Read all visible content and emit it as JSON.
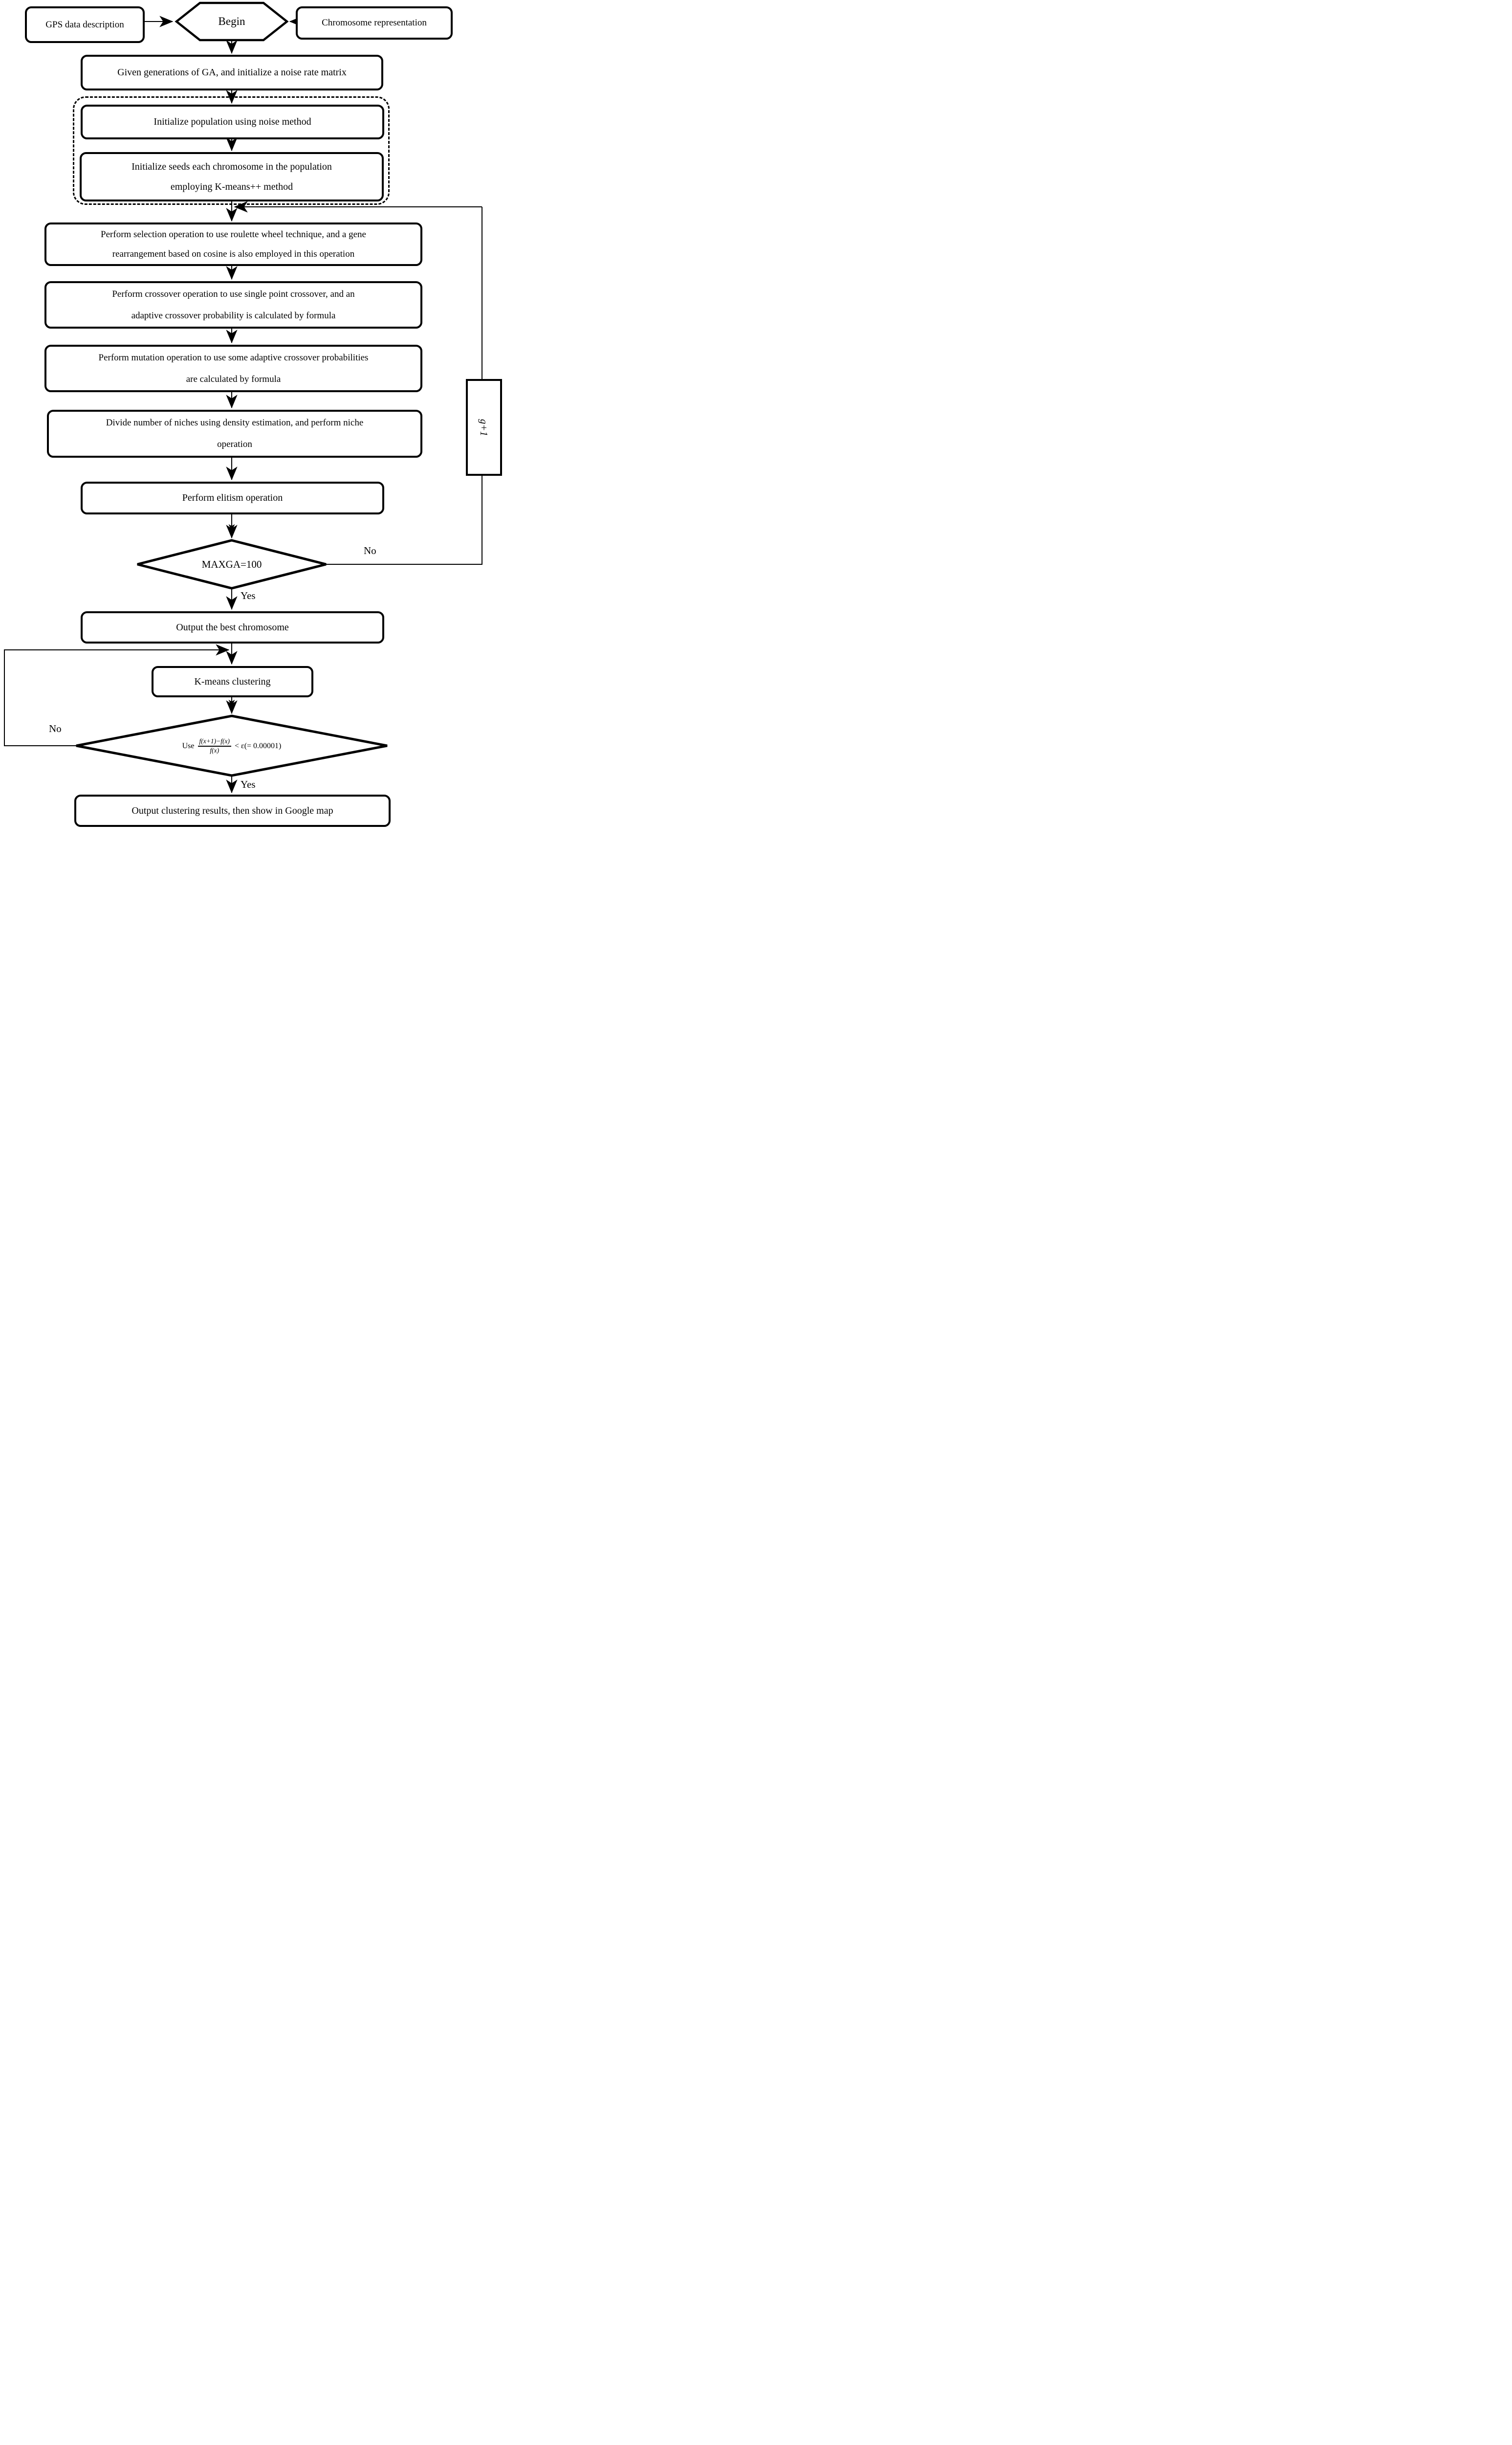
{
  "colors": {
    "line": "#000000",
    "background": "#ffffff",
    "text": "#000000"
  },
  "nodes": {
    "gps": {
      "label": "GPS data description"
    },
    "begin": {
      "label": "Begin"
    },
    "chromosome": {
      "label": "Chromosome representation"
    },
    "given": {
      "label": "Given generations of GA, and initialize a noise rate matrix"
    },
    "init_pop": {
      "label": "Initialize population using noise method"
    },
    "init_seeds": {
      "lines": [
        "Initialize seeds each chromosome in the population",
        "employing K-means++ method"
      ]
    },
    "selection": {
      "lines": [
        "Perform selection operation to use roulette wheel technique, and a gene",
        "rearrangement based on cosine is also employed in this operation"
      ]
    },
    "crossover": {
      "lines": [
        "Perform crossover operation to use single point crossover, and an",
        "adaptive crossover probability is calculated by formula"
      ]
    },
    "mutation": {
      "lines": [
        "Perform mutation operation to use some adaptive crossover probabilities",
        "are calculated by formula"
      ]
    },
    "niche": {
      "lines": [
        "Divide number of niches using density estimation, and perform niche",
        "operation"
      ]
    },
    "elitism": {
      "label": "Perform elitism operation"
    },
    "maxga": {
      "label": "MAXGA=100"
    },
    "g_plus": {
      "label": "g+1"
    },
    "output_best": {
      "label": "Output the best chromosome"
    },
    "kmeans": {
      "label": "K-means clustering"
    },
    "epsilon_check": {
      "use_prefix": "Use",
      "frac_num": "f(x+1)−f(x)",
      "frac_den": "f(x)",
      "suffix": "< ε(= 0.00001)"
    },
    "final": {
      "label": "Output clustering results, then show in Google map"
    }
  },
  "edge_labels": {
    "maxga_yes": "Yes",
    "maxga_no": "No",
    "epsilon_yes": "Yes",
    "epsilon_no": "No"
  }
}
